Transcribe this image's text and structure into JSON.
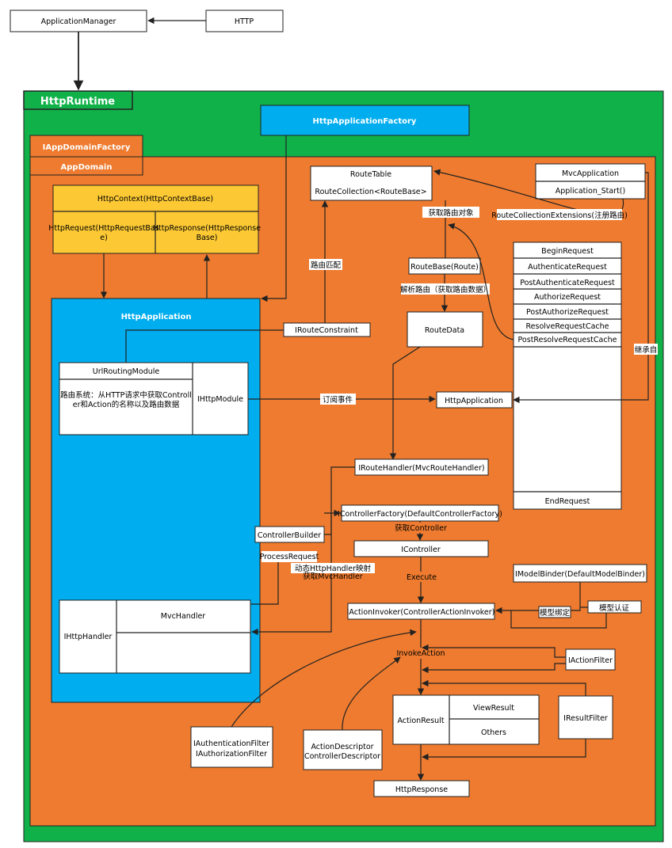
{
  "top": {
    "application_manager": "ApplicationManager",
    "http": "HTTP"
  },
  "http_runtime": {
    "title": "HttpRuntime",
    "http_application_factory": "HttpApplicationFactory",
    "iappdomain_factory": "IAppDomainFactory",
    "appdomain": "AppDomain"
  },
  "http_context": {
    "title": "HttpContext(HttpContextBase)",
    "request_line1": "HttpRequest(HttpRequestBas",
    "request_line2": "e)",
    "response_line1": "HttpResponse(HttpResponse",
    "response_line2": "Base)"
  },
  "http_application_box": {
    "title": "HttpApplication",
    "url_routing_module": "UrlRoutingModule",
    "routing_desc_line1": "路由系统：从HTTP请求中获取Controll",
    "routing_desc_line2": "er和Action的名称以及路由数据",
    "ihttp_module": "IHttpModule",
    "ihttp_handler": "IHttpHandler",
    "mvc_handler": "MvcHandler"
  },
  "routing": {
    "route_table": "RouteTable",
    "route_collection": "RouteCollection<RouteBase>",
    "get_route_object": "获取路由对象",
    "route_match": "路由匹配",
    "route_base": "RouteBase(Route)",
    "parse_route": "解析路由（获取路由数据）",
    "route_data": "RouteData",
    "iroute_constraint": "IRouteConstraint",
    "route_handler": "IRouteHandler(MvcRouteHandler)"
  },
  "mvc_application": {
    "title": "MvcApplication",
    "start": "Application_Start()",
    "extensions": "RouteCollectionExtensions(注册路由)",
    "inherits": "继承自"
  },
  "pipeline_events": [
    "BeginRequest",
    "AuthenticateRequest",
    "PostAuthenticateRequest",
    "AuthorizeRequest",
    "PostAuthorizeRequest",
    "ResolveRequestCache",
    "PostResolveRequestCache"
  ],
  "end_request": "EndRequest",
  "http_application_node": "HttpApplication",
  "subscribe_events": "订阅事件",
  "controller": {
    "factory": "IControllerFactory(DefaultControllerFactory)",
    "builder": "ControllerBuilder",
    "process_request": "ProcessRequest",
    "get_controller": "获取Controller",
    "icontroller": "IController",
    "dynamic_map": "动态HttpHandler映射",
    "get_mvc_handler": "获取MvcHandler",
    "execute": "Execute"
  },
  "action": {
    "model_binder": "IModelBinder(DefaultModelBinder)",
    "invoker": "IActionInvoker(ControllerActionInvoker)",
    "model_binding": "模型绑定",
    "model_validation": "模型认证",
    "invoke_action": "InvokeAction",
    "iaction_filter": "IActionFilter",
    "action_result": "ActionResult",
    "view_result": "ViewResult",
    "others": "Others",
    "iresult_filter": "IResultFilter",
    "auth_filter_line1": "IAuthenticationFilter",
    "auth_filter_line2": "IAuthorizationFilter",
    "descriptor_line1": "ActionDescriptor",
    "descriptor_line2": "ControllerDescriptor",
    "http_response": "HttpResponse"
  },
  "colors": {
    "green": "#11b14a",
    "orange": "#ee7b2f",
    "blue": "#00adef",
    "yellow": "#fcc934"
  }
}
